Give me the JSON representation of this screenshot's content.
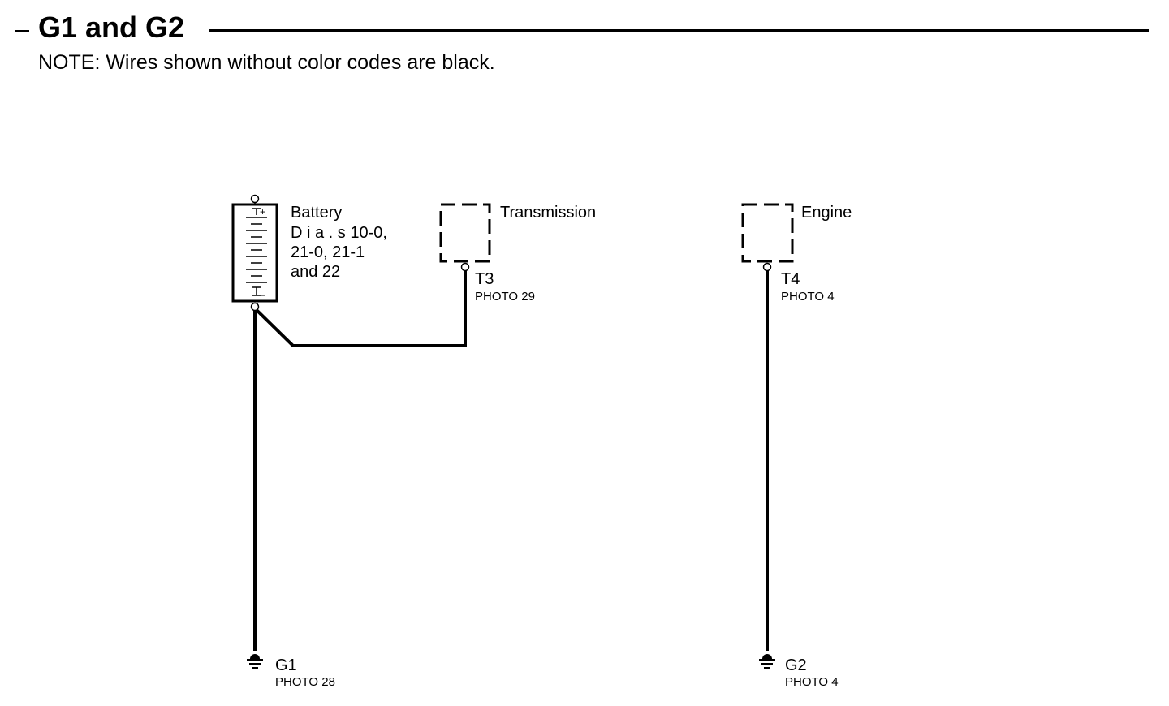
{
  "header": {
    "title": "G1 and G2",
    "note": "NOTE: Wires shown without color codes are black."
  },
  "battery": {
    "label": "Battery",
    "ref_line1": "D i a . s 10-0,",
    "ref_line2": "21-0, 21-1",
    "ref_line3": "and 22",
    "plus": "+",
    "minus": "–"
  },
  "transmission": {
    "label": "Transmission",
    "terminal": "T3",
    "photo": "PHOTO 29"
  },
  "engine": {
    "label": "Engine",
    "terminal": "T4",
    "photo": "PHOTO 4"
  },
  "ground_g1": {
    "label": "G1",
    "photo": "PHOTO 28"
  },
  "ground_g2": {
    "label": "G2",
    "photo": "PHOTO 4"
  },
  "colors": {
    "line": "#000000",
    "background": "#ffffff"
  }
}
